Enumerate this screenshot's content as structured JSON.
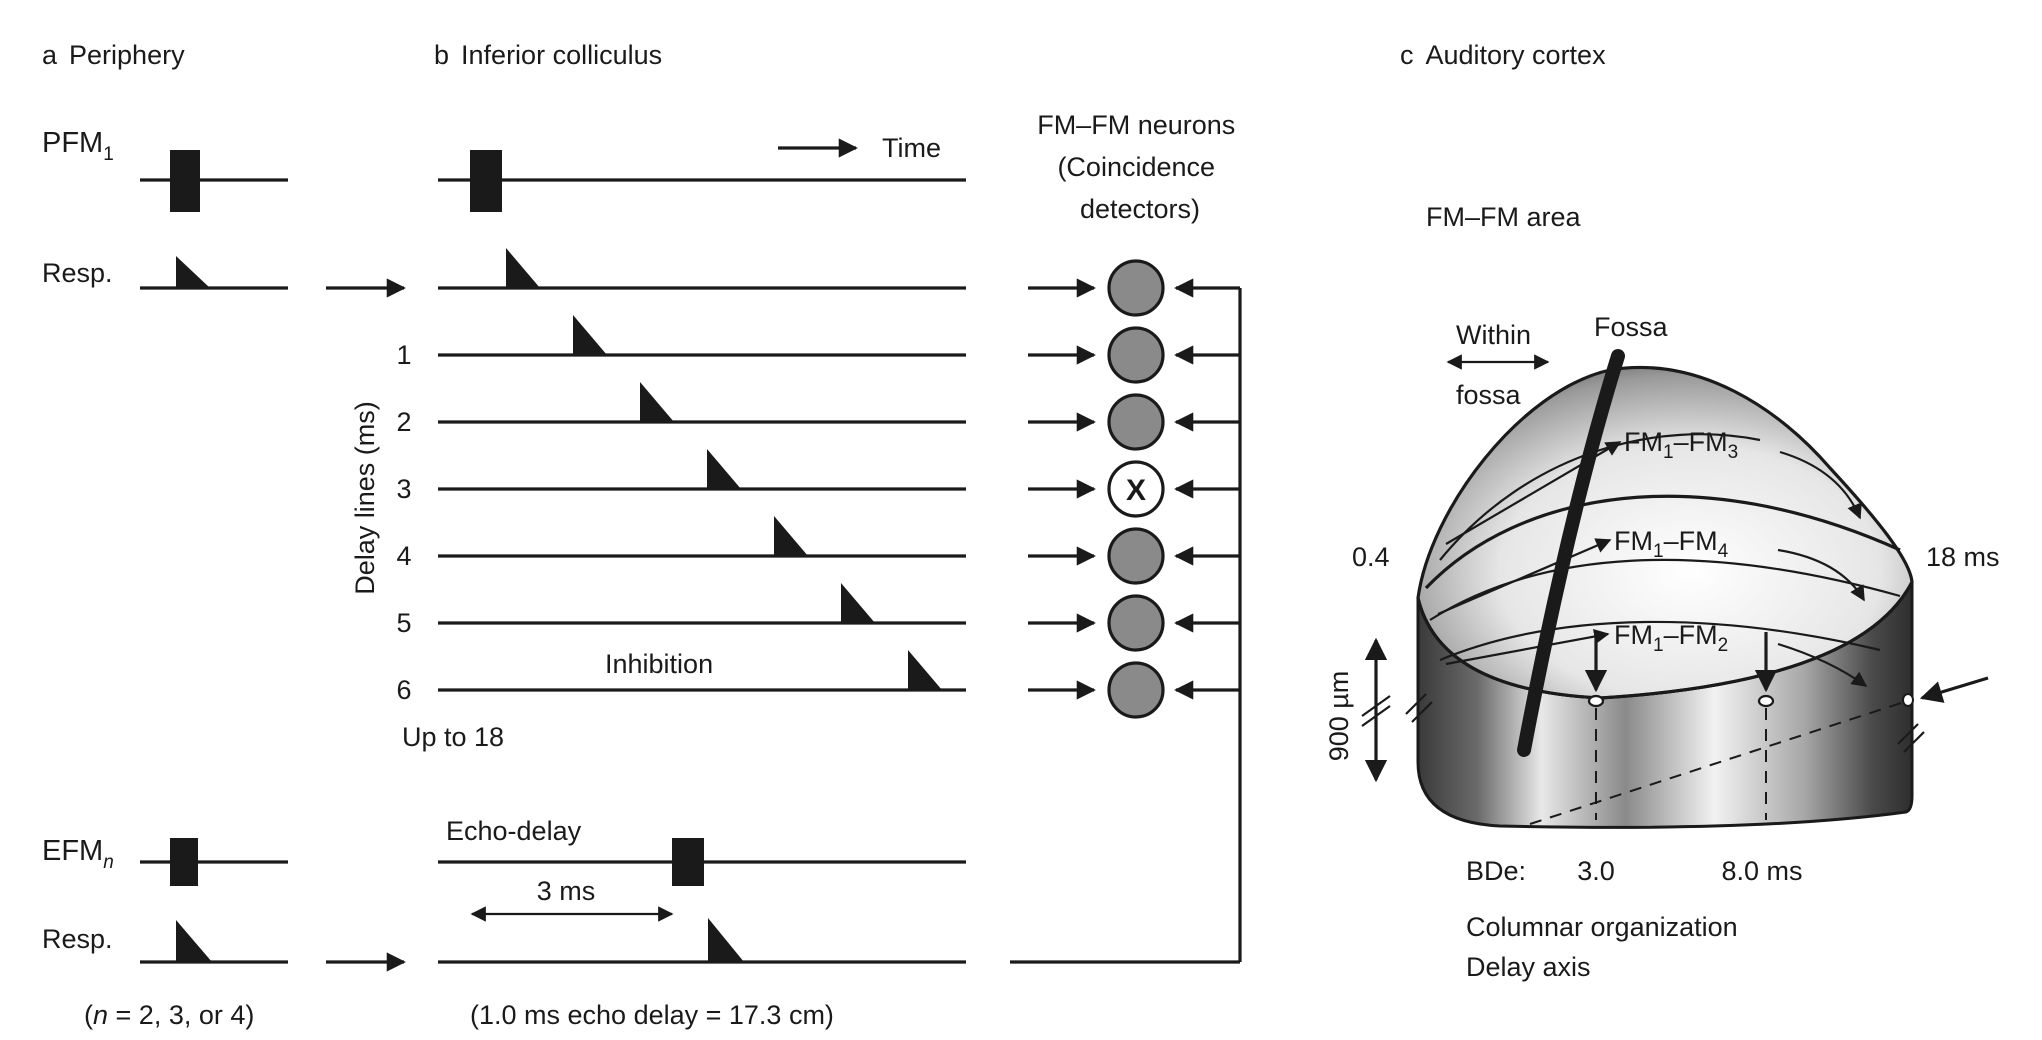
{
  "panels": {
    "a": {
      "letter": "a",
      "title": "Periphery"
    },
    "b": {
      "letter": "b",
      "title": "Inferior colliculus"
    },
    "c": {
      "letter": "c",
      "title": "Auditory cortex"
    }
  },
  "periphery": {
    "pulse_main": "PFM",
    "pulse_sub": "1",
    "resp1": "Resp.",
    "echo_main": "EFM",
    "echo_sub": "n",
    "resp2": "Resp.",
    "n_note_open": "(",
    "n_note_var": "n",
    "n_note_rest": " = 2, 3, or 4)"
  },
  "colliculus": {
    "time_label": "Time",
    "delay_axis_label": "Delay lines  (ms)",
    "delay_ticks": [
      "1",
      "2",
      "3",
      "4",
      "5",
      "6"
    ],
    "inhibition": "Inhibition",
    "up_to": "Up to 18",
    "echo_delay": "Echo-delay",
    "interval": "3 ms",
    "conversion": "(1.0 ms echo delay = 17.3 cm)"
  },
  "neurons": {
    "title_lines": [
      "FM–FM neurons",
      "(Coincidence",
      "detectors)"
    ],
    "coincident_mark": "X",
    "count": 7,
    "coincident_index": 3
  },
  "cortex": {
    "area_label": "FM–FM area",
    "within": "Within",
    "fossa_short": "fossa",
    "fossa": "Fossa",
    "band3_main": "FM",
    "band3_s1": "1",
    "band3_mid": "–FM",
    "band3_s2": "3",
    "band4_main": "FM",
    "band4_s1": "1",
    "band4_mid": "–FM",
    "band4_s2": "4",
    "band2_main": "FM",
    "band2_s1": "1",
    "band2_mid": "–FM",
    "band2_s2": "2",
    "left_delay": "0.4",
    "right_delay": "18 ms",
    "depth": "900 µm",
    "bde_label": "BDe:",
    "bde1": "3.0",
    "bde2": "8.0 ms",
    "caption_lines": [
      "Columnar  organization",
      "Delay axis"
    ]
  },
  "colors": {
    "ink": "#1a1a1a",
    "neuron_fill": "#8a8a8a",
    "coincident_fill": "#ffffff"
  }
}
